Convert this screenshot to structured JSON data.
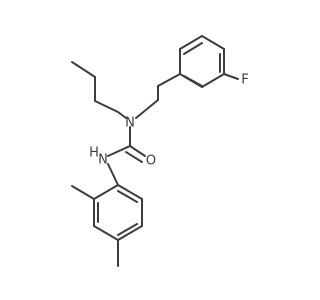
{
  "molecule": {
    "labels": {
      "nitrogen_amine": "N",
      "nitrogen_amide": "N",
      "nitrogen_amide_h": "H",
      "oxygen": "O",
      "fluorine": "F"
    }
  }
}
